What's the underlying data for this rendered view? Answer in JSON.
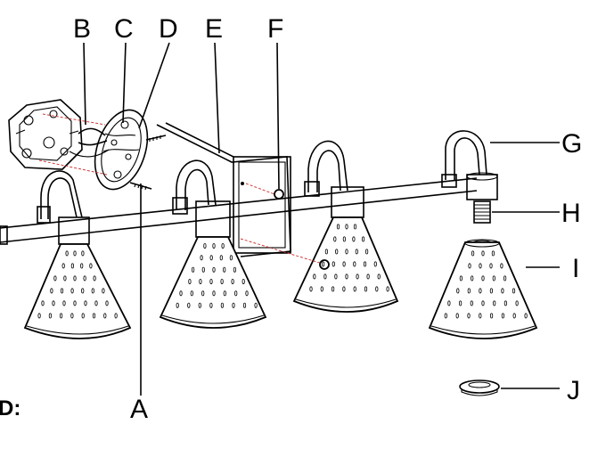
{
  "labels": {
    "A": "A",
    "B": "B",
    "C": "C",
    "D": "D",
    "E": "E",
    "F": "F",
    "G": "G",
    "H": "H",
    "I": "I",
    "J": "J"
  },
  "edge_text": "D:",
  "colors": {
    "line": "#000000",
    "guide": "#d23b3b",
    "background": "#ffffff"
  }
}
